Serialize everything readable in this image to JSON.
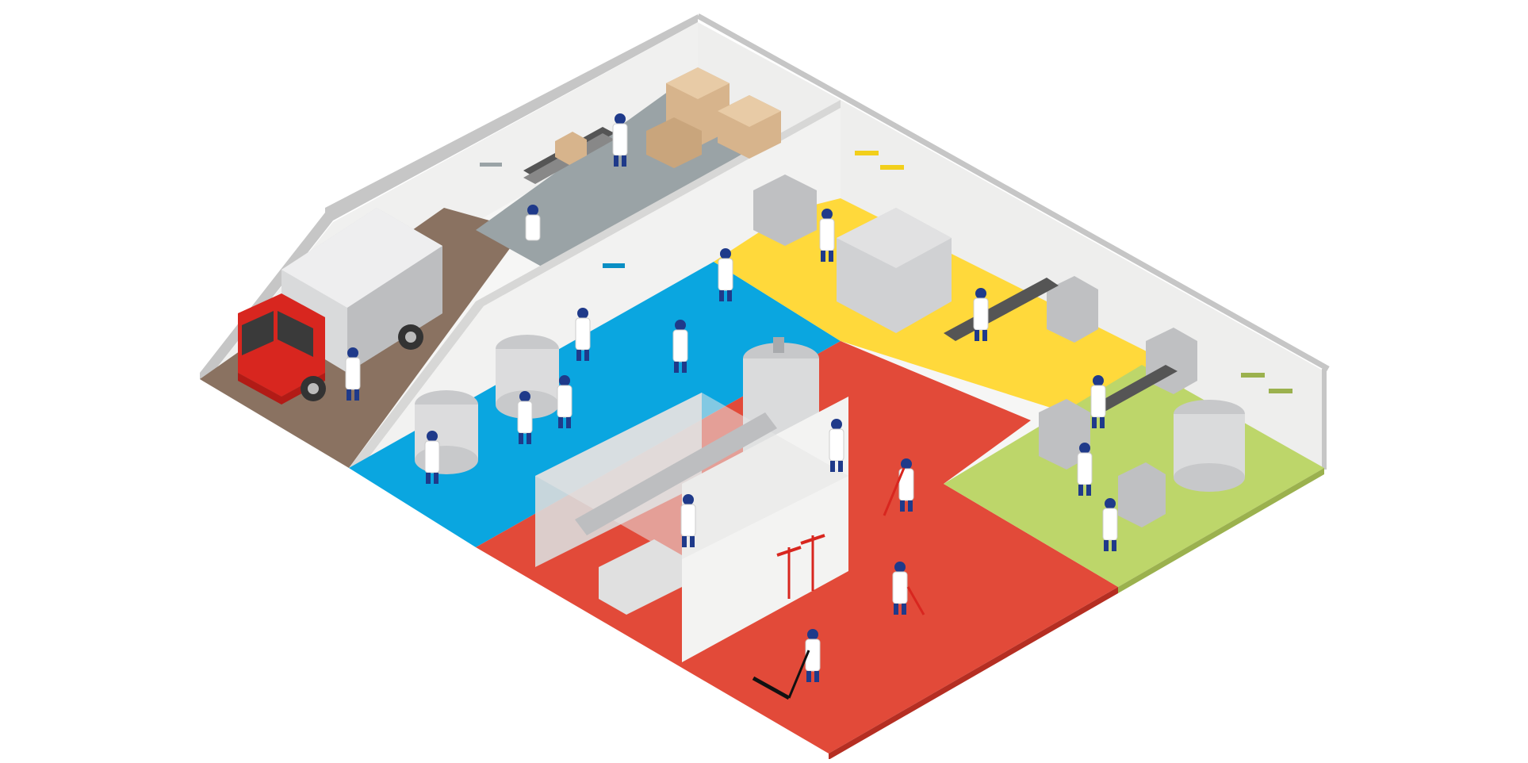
{
  "scene": {
    "description_free": true,
    "zones": [
      {
        "id": "delivery",
        "color": "#8a7261"
      },
      {
        "id": "storage",
        "color": "#9aa3a6"
      },
      {
        "id": "wash",
        "color": "#0aa6e0"
      },
      {
        "id": "processing",
        "color": "#e24a39"
      },
      {
        "id": "packaging",
        "color": "#ffd93b"
      },
      {
        "id": "filling",
        "color": "#bdd66a"
      }
    ],
    "colors": {
      "wall": "#efefee",
      "wall_top": "#c9c9c9",
      "floor_outer": "#f7f7f6",
      "truck_cab": "#d8261f",
      "truck_box": "#d9dadb",
      "worker_coat": "#ffffff",
      "worker_cap": "#1f3a8a",
      "steel": "#cfd0d2",
      "steel_dark": "#a8aaad",
      "boxes": "#d7b48c"
    },
    "icons": [
      "truck-icon",
      "worker-icon",
      "tank-icon",
      "conveyor-icon",
      "pallet-boxes-icon",
      "broom-icon",
      "hose-icon",
      "sink-icon",
      "lamp-icon",
      "squeegee-icon"
    ]
  }
}
